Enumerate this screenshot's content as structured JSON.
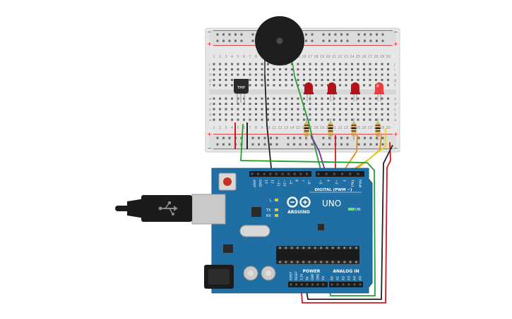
{
  "breadboard": {
    "plus": "+",
    "minus": "−",
    "row_letters_top": [
      "j",
      "i",
      "h",
      "g",
      "f"
    ],
    "row_letters_bottom": [
      "e",
      "d",
      "c",
      "b",
      "a"
    ],
    "column_numbers": [
      "1",
      "2",
      "3",
      "4",
      "5",
      "6",
      "7",
      "8",
      "9",
      "10",
      "11",
      "12",
      "13",
      "14",
      "15",
      "16",
      "17",
      "18",
      "19",
      "20",
      "21",
      "22",
      "23",
      "24",
      "25",
      "26",
      "27",
      "28",
      "29",
      "30"
    ]
  },
  "sensor": {
    "label": "TMP"
  },
  "leds": [
    {
      "state": "off",
      "color": "#b0141a"
    },
    {
      "state": "off",
      "color": "#b0141a"
    },
    {
      "state": "off",
      "color": "#b0141a"
    },
    {
      "state": "on",
      "color": "#f03c3c"
    }
  ],
  "arduino": {
    "brand": "ARDUINO",
    "model": "UNO",
    "on_label": "ON",
    "l_label": "L",
    "tx_label": "TX",
    "rx_label": "RX",
    "digital_header": "DIGITAL (PWM ~)",
    "power_header": "POWER",
    "analog_header": "ANALOG IN",
    "top_pins": [
      "AREF",
      "GND",
      "13",
      "12",
      "~11",
      "~10",
      "~9",
      "8",
      "7",
      "~6",
      "~5",
      "4",
      "~3",
      "2",
      "TX▸1",
      "RX◂0"
    ],
    "power_pins": [
      "IOREF",
      "RESET",
      "3.3V",
      "5V",
      "GND",
      "GND",
      "Vin"
    ],
    "analog_pins": [
      "A0",
      "A1",
      "A2",
      "A3",
      "A4",
      "A5"
    ]
  },
  "colors": {
    "board_blue": "#1f6fa5",
    "breadboard": "#e3e3e3",
    "wire_green": "#22a032",
    "wire_black": "#222222",
    "wire_red": "#d0181c",
    "wire_orange": "#e88a0c",
    "wire_yellow": "#e8d21a",
    "wire_purple": "#7a2a9c"
  }
}
